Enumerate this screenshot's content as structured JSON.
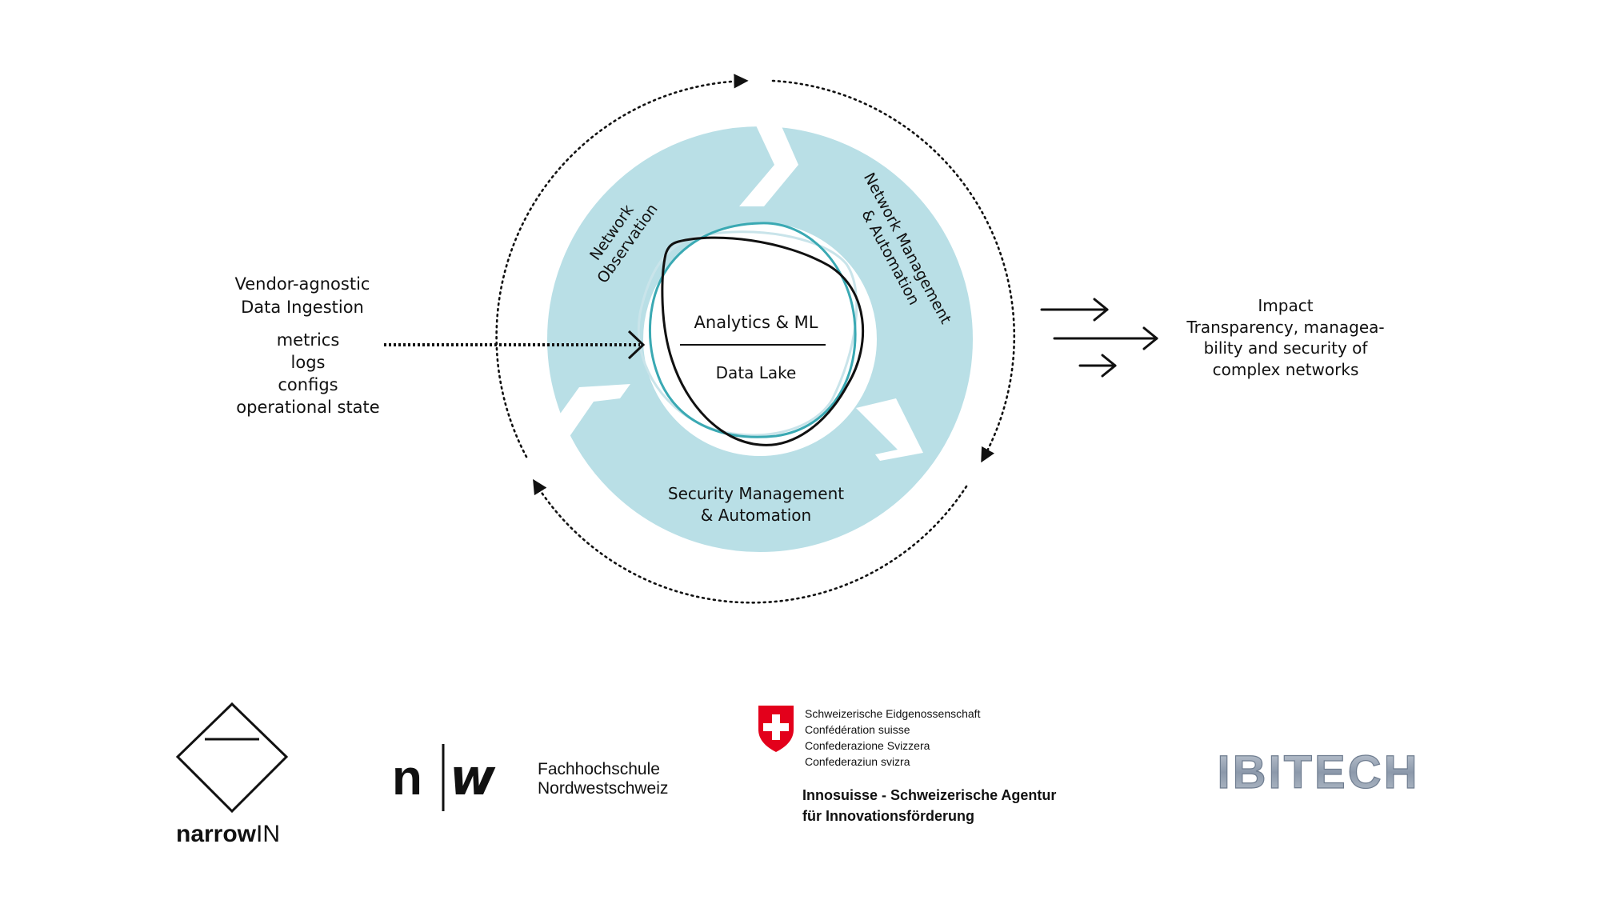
{
  "input": {
    "title_line1": "Vendor-agnostic",
    "title_line2": "Data Ingestion",
    "items": [
      "metrics",
      "logs",
      "configs",
      "operational state"
    ]
  },
  "cycle": {
    "segments": {
      "observation": [
        "Network",
        "Observation"
      ],
      "management": [
        "Network Management",
        "& Automation"
      ],
      "security": [
        "Security Management",
        "& Automation"
      ]
    },
    "core": {
      "top": "Analytics & ML",
      "bottom": "Data Lake"
    }
  },
  "impact": {
    "title": "Impact",
    "lines": [
      "Transparency, managea-",
      "bility and security of",
      "complex networks"
    ]
  },
  "logos": {
    "narrowin": {
      "name_main": "narrow",
      "name_suffix": "IN"
    },
    "fhnw": {
      "mark_left": "n",
      "mark_right": "w",
      "line1": "Fachhochschule",
      "line2": "Nordwestschweiz"
    },
    "swiss": {
      "lines": [
        "Schweizerische Eidgenossenschaft",
        "Confédération suisse",
        "Confederazione Svizzera",
        "Confederaziun svizra"
      ],
      "agency_line1": "Innosuisse - Schweizerische Agentur",
      "agency_line2": "für Innovationsförderung"
    },
    "ibitech": {
      "name": "IBITECH"
    }
  },
  "colors": {
    "ring": "#b9dfe6",
    "teal": "#3aa9b3",
    "light_teal": "#9fd0d8",
    "black": "#111111",
    "swiss_red": "#e3001b",
    "ibitech": "#9aa7b8"
  }
}
